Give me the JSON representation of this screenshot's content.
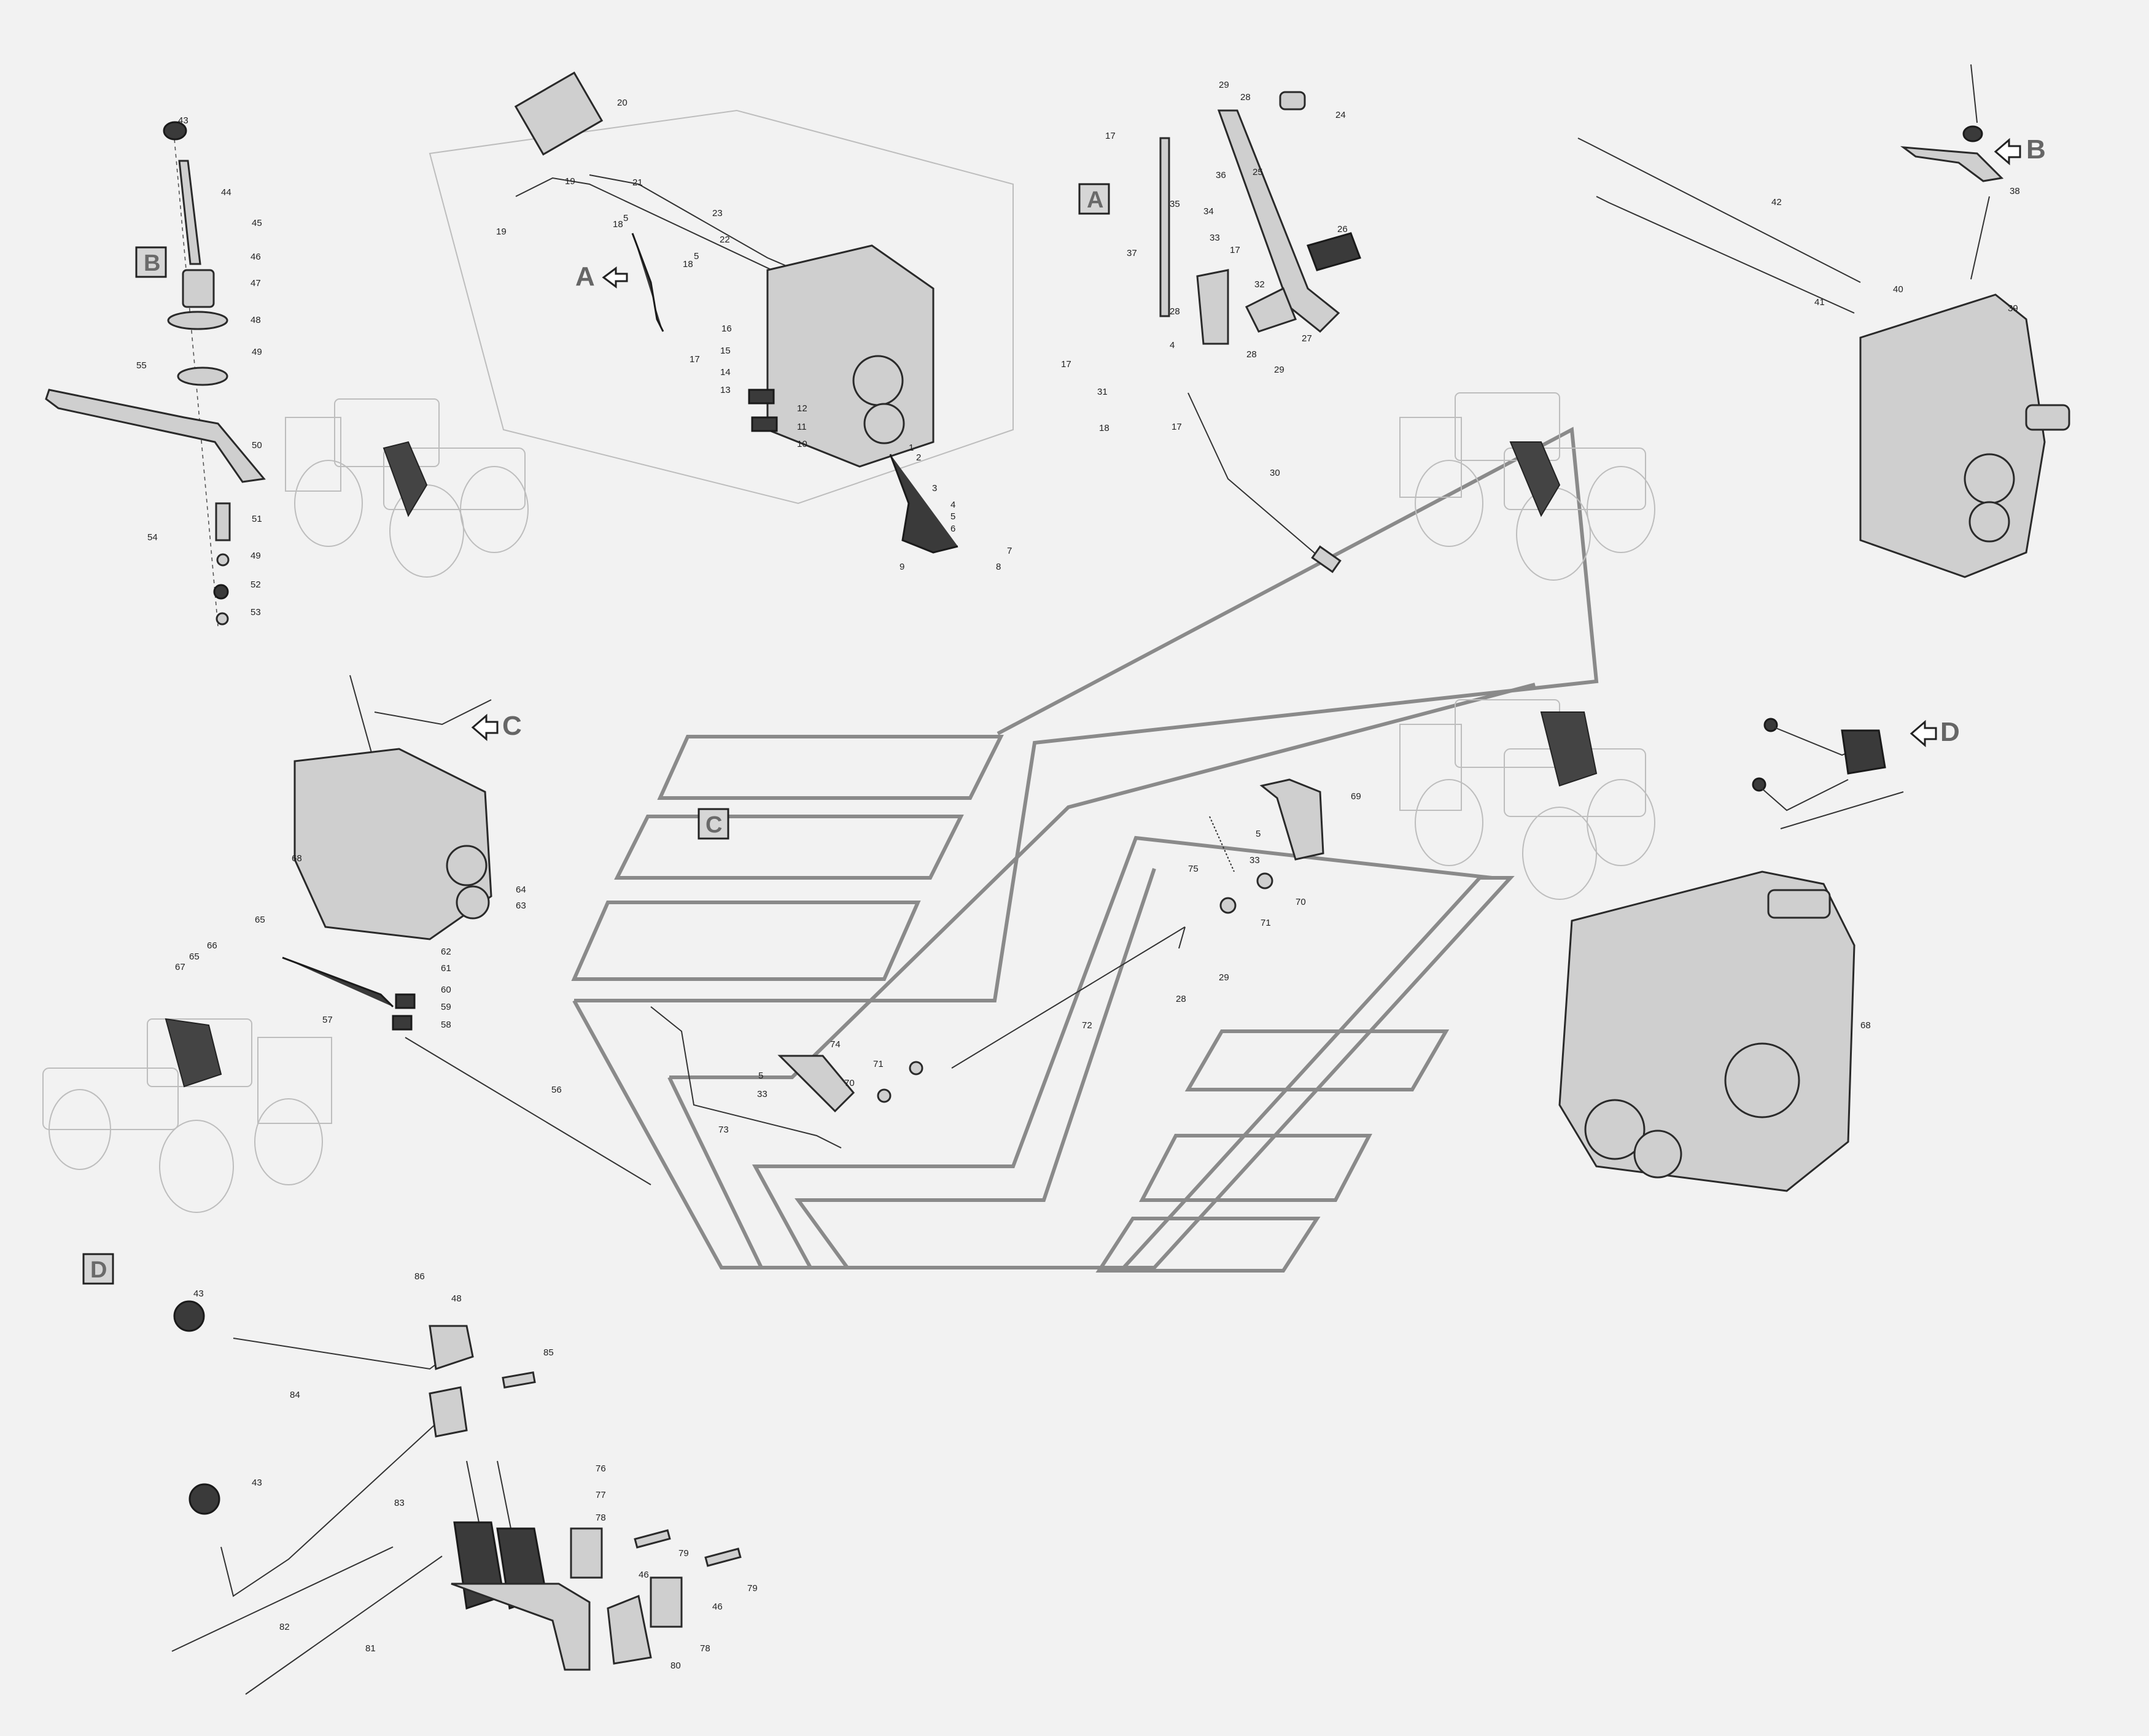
{
  "views": {
    "A": "A",
    "B": "B",
    "C": "C",
    "D": "D"
  },
  "callouts": {
    "c1": "1",
    "c2": "2",
    "c3": "3",
    "c4": "4",
    "c5": "5",
    "c6": "6",
    "c7": "7",
    "c8": "8",
    "c9": "9",
    "c10": "10",
    "c11": "11",
    "c12": "12",
    "c13": "13",
    "c14": "14",
    "c15": "15",
    "c16": "16",
    "c17": "17",
    "c18": "18",
    "c19": "19",
    "c20": "20",
    "c21": "21",
    "c22": "22",
    "c23": "23",
    "c24": "24",
    "c25": "25",
    "c26": "26",
    "c27": "27",
    "c28": "28",
    "c29": "29",
    "c30": "30",
    "c31": "31",
    "c32": "32",
    "c33": "33",
    "c34": "34",
    "c35": "35",
    "c36": "36",
    "c37": "37",
    "c38": "38",
    "c39": "39",
    "c40": "40",
    "c41": "41",
    "c42": "42",
    "c43": "43",
    "c44": "44",
    "c45": "45",
    "c46": "46",
    "c47": "47",
    "c48": "48",
    "c49": "49",
    "c50": "50",
    "c51": "51",
    "c52": "52",
    "c53": "53",
    "c54": "54",
    "c55": "55",
    "c56": "56",
    "c57": "57",
    "c58": "58",
    "c59": "59",
    "c60": "60",
    "c61": "61",
    "c62": "62",
    "c63": "63",
    "c64": "64",
    "c65": "65",
    "c66": "66",
    "c67": "67",
    "c68": "68",
    "c69": "69",
    "c70": "70",
    "c71": "71",
    "c72": "72",
    "c73": "73",
    "c74": "74",
    "c75": "75",
    "c76": "76",
    "c77": "77",
    "c78": "78",
    "c79": "79",
    "c80": "80",
    "c81": "81",
    "c82": "82",
    "c83": "83",
    "c84": "84",
    "c85": "85",
    "c86": "86"
  },
  "icons": {
    "view_arrow": "hollow-left-arrow-icon",
    "tractor": "tractor-outline-icon",
    "gearbox": "gearbox-housing-icon",
    "logo": "chevron-stripe-logo"
  }
}
